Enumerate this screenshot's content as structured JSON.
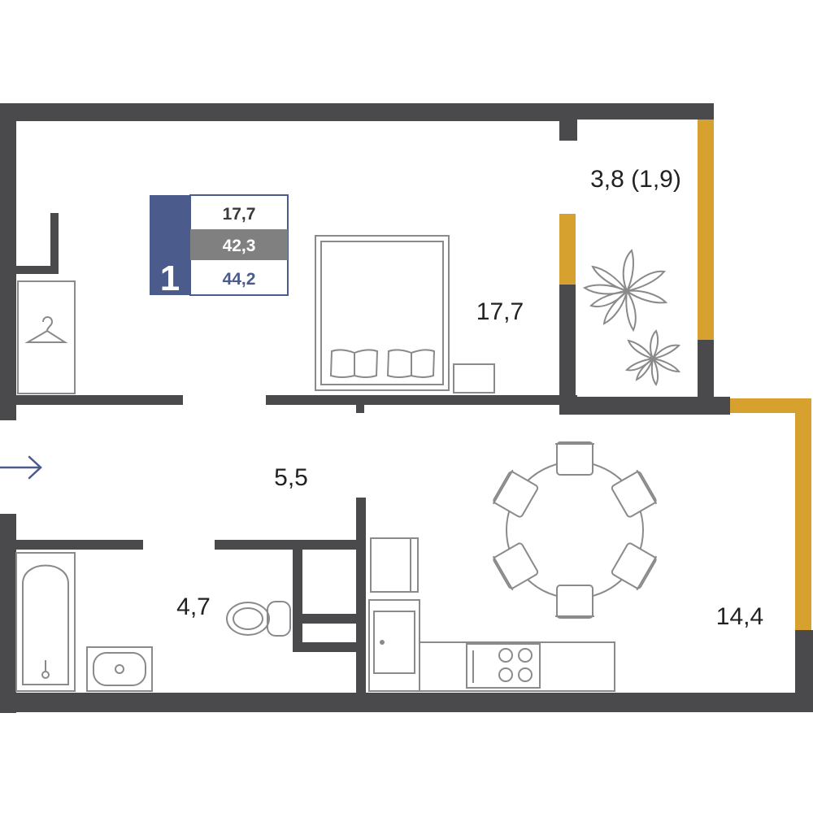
{
  "badge": {
    "rooms": "1",
    "living_area": "17,7",
    "total_area": "42,3",
    "area_with_balcony": "44,2",
    "accent_color": "#4a5b8c",
    "gray_color": "#808080"
  },
  "rooms": {
    "bedroom": "17,7",
    "balcony": "3,8 (1,9)",
    "hall": "5,5",
    "bathroom": "4,7",
    "kitchen": "14,4"
  },
  "icons": [
    "entrance-arrow-icon",
    "hanger-icon",
    "plant-icon",
    "bed-icon",
    "bathtub-icon",
    "toilet-icon",
    "sink-icon",
    "stove-icon",
    "dining-table-icon"
  ],
  "colors": {
    "wall": "#4a4a4d",
    "window": "#d6a12e"
  }
}
